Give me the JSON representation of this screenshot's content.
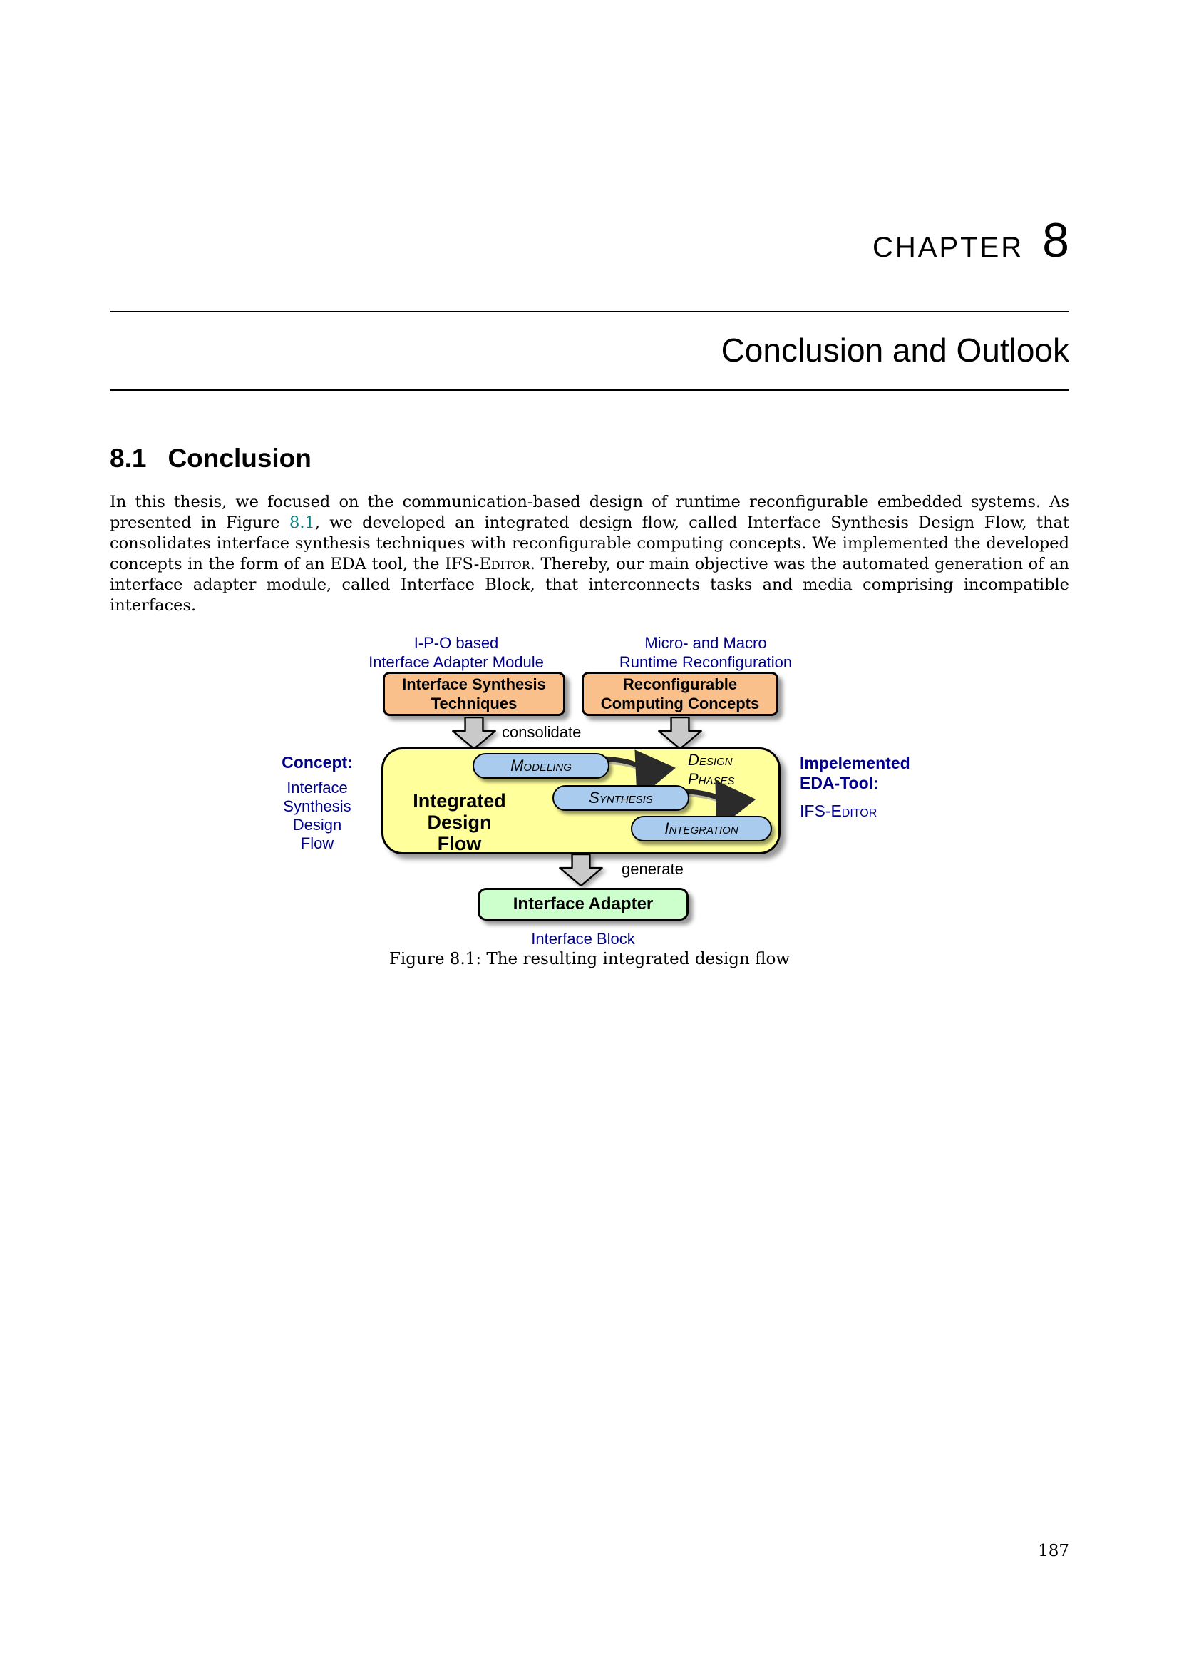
{
  "colors": {
    "navy_label": "#00008B",
    "figref_link": "#007F7F",
    "orange_fill": "#FAC08C",
    "yellow_fill": "#FFFF9C",
    "blue_fill": "#A8CBEE",
    "green_fill": "#CCFFCC",
    "arrow_gray": "#C9C9C9"
  },
  "header": {
    "chapter_label": "CHAPTER",
    "chapter_number": "8",
    "title": "Conclusion and Outlook"
  },
  "section": {
    "number": "8.1",
    "title": "Conclusion"
  },
  "body": {
    "p1": "In this thesis, we focused on the communication-based design of runtime reconfigurable embedded systems. As presented in Figure ",
    "figref": "8.1",
    "p2": ", we developed an integrated design flow, called Interface Synthesis Design Flow, that consolidates interface synthesis techniques with reconfigurable computing concepts. We implemented the developed concepts in the form of an EDA tool, the IFS-",
    "editor_smallcaps": "Editor",
    "p3": ". Thereby, our main objective was the automated generation of an interface adapter module, called Interface Block, that interconnects tasks and media comprising incompatible interfaces."
  },
  "figure": {
    "top_label_left": {
      "line1": "I-P-O based",
      "line2": "Interface Adapter Module"
    },
    "top_label_right": {
      "line1": "Micro- and Macro",
      "line2": "Runtime Reconfiguration"
    },
    "box_interface_synthesis": {
      "line1": "Interface Synthesis",
      "line2": "Techniques"
    },
    "box_reconfigurable": {
      "line1": "Reconfigurable",
      "line2": "Computing Concepts"
    },
    "consolidate_label": "consolidate",
    "concept": {
      "title": "Concept:",
      "line1": "Interface",
      "line2": "Synthesis",
      "line3": "Design",
      "line4": "Flow"
    },
    "integrated_design_flow": {
      "line1": "Integrated",
      "line2": "Design",
      "line3": "Flow"
    },
    "oval_modeling": "Modeling",
    "oval_synthesis": "Synthesis",
    "oval_integration": "Integration",
    "design_phases": {
      "line1": "Design",
      "line2": "Phases"
    },
    "eda_tool": {
      "title_line1": "Impelemented",
      "title_line2": "EDA-Tool:",
      "value": "IFS-Editor"
    },
    "generate_label": "generate",
    "box_interface_adapter": "Interface Adapter",
    "bottom_label": "Interface Block",
    "caption": "Figure 8.1: The resulting integrated design flow"
  },
  "footer": {
    "page_number": "187"
  }
}
